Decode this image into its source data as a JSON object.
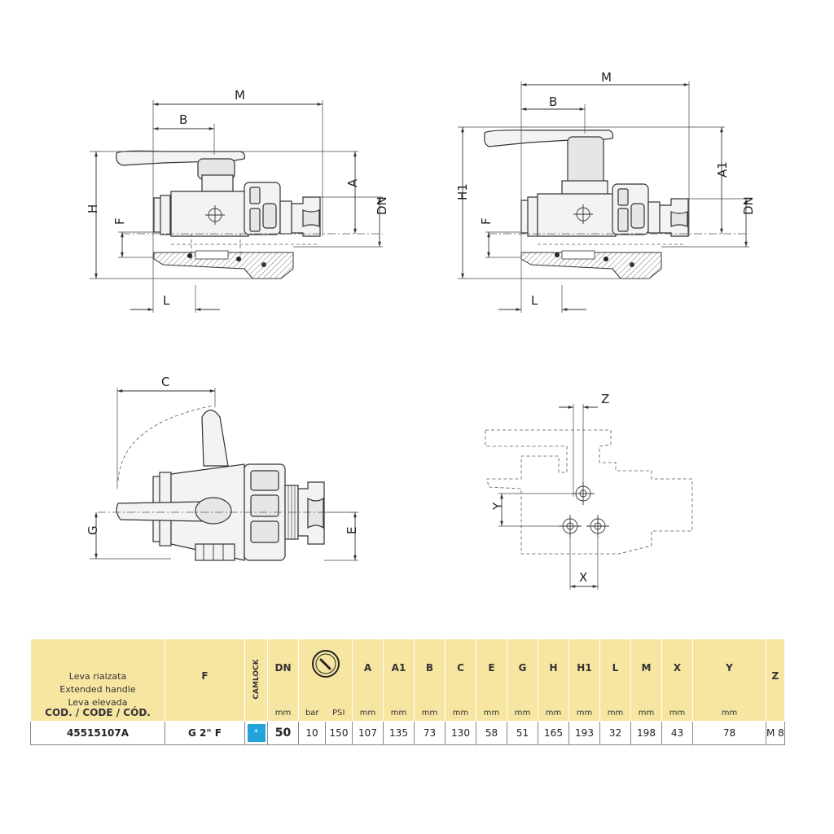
{
  "dimension_labels": {
    "view1": {
      "M": "M",
      "B": "B",
      "H": "H",
      "F": "F",
      "A": "A",
      "DN": "DN",
      "L": "L"
    },
    "view2": {
      "M": "M",
      "B": "B",
      "H1": "H1",
      "F": "F",
      "A1": "A1",
      "DN": "DN",
      "L": "L"
    },
    "view3": {
      "C": "C",
      "G": "G",
      "E": "E"
    },
    "view4": {
      "Z": "Z",
      "Y": "Y",
      "X": "X"
    }
  },
  "table": {
    "description_lines": [
      "Leva rialzata",
      "Extended handle",
      "Leva elevada"
    ],
    "code_header": "COD. / CODE / CÓD.",
    "f_header": "F",
    "camlock_header": "CAMLOCK",
    "columns": [
      {
        "key": "DN",
        "unit": "mm"
      },
      {
        "key": "PRESSURE_BAR",
        "unit": "bar"
      },
      {
        "key": "PRESSURE_PSI",
        "unit": "PSI"
      },
      {
        "key": "A",
        "unit": "mm"
      },
      {
        "key": "A1",
        "unit": "mm"
      },
      {
        "key": "B",
        "unit": "mm"
      },
      {
        "key": "C",
        "unit": "mm"
      },
      {
        "key": "E",
        "unit": "mm"
      },
      {
        "key": "G",
        "unit": "mm"
      },
      {
        "key": "H",
        "unit": "mm"
      },
      {
        "key": "H1",
        "unit": "mm"
      },
      {
        "key": "L",
        "unit": "mm"
      },
      {
        "key": "M",
        "unit": "mm"
      },
      {
        "key": "X",
        "unit": "mm"
      },
      {
        "key": "Y",
        "unit": "mm"
      },
      {
        "key": "Z",
        "unit": ""
      }
    ],
    "headers": {
      "DN": "DN",
      "A": "A",
      "A1": "A1",
      "B": "B",
      "C": "C",
      "E": "E",
      "G": "G",
      "H": "H",
      "H1": "H1",
      "L": "L",
      "M": "M",
      "X": "X",
      "Y": "Y",
      "Z": "Z"
    },
    "units": {
      "mm": "mm",
      "bar": "bar",
      "psi": "PSI"
    },
    "row": {
      "code": "45515107A",
      "f": "G 2\" F",
      "camlock": "*",
      "DN": "50",
      "bar": "10",
      "psi": "150",
      "A": "107",
      "A1": "135",
      "B": "73",
      "C": "130",
      "E": "58",
      "G": "51",
      "H": "165",
      "H1": "193",
      "L": "32",
      "M": "198",
      "X": "43",
      "Y": "78",
      "Z": "M 8"
    },
    "colors": {
      "header_bg": "#f7e6a2",
      "camlock_badge": "#22a3dc"
    }
  },
  "icons": {
    "pressure": "pressure-gauge-icon",
    "camlock": "camlock-star-icon"
  }
}
